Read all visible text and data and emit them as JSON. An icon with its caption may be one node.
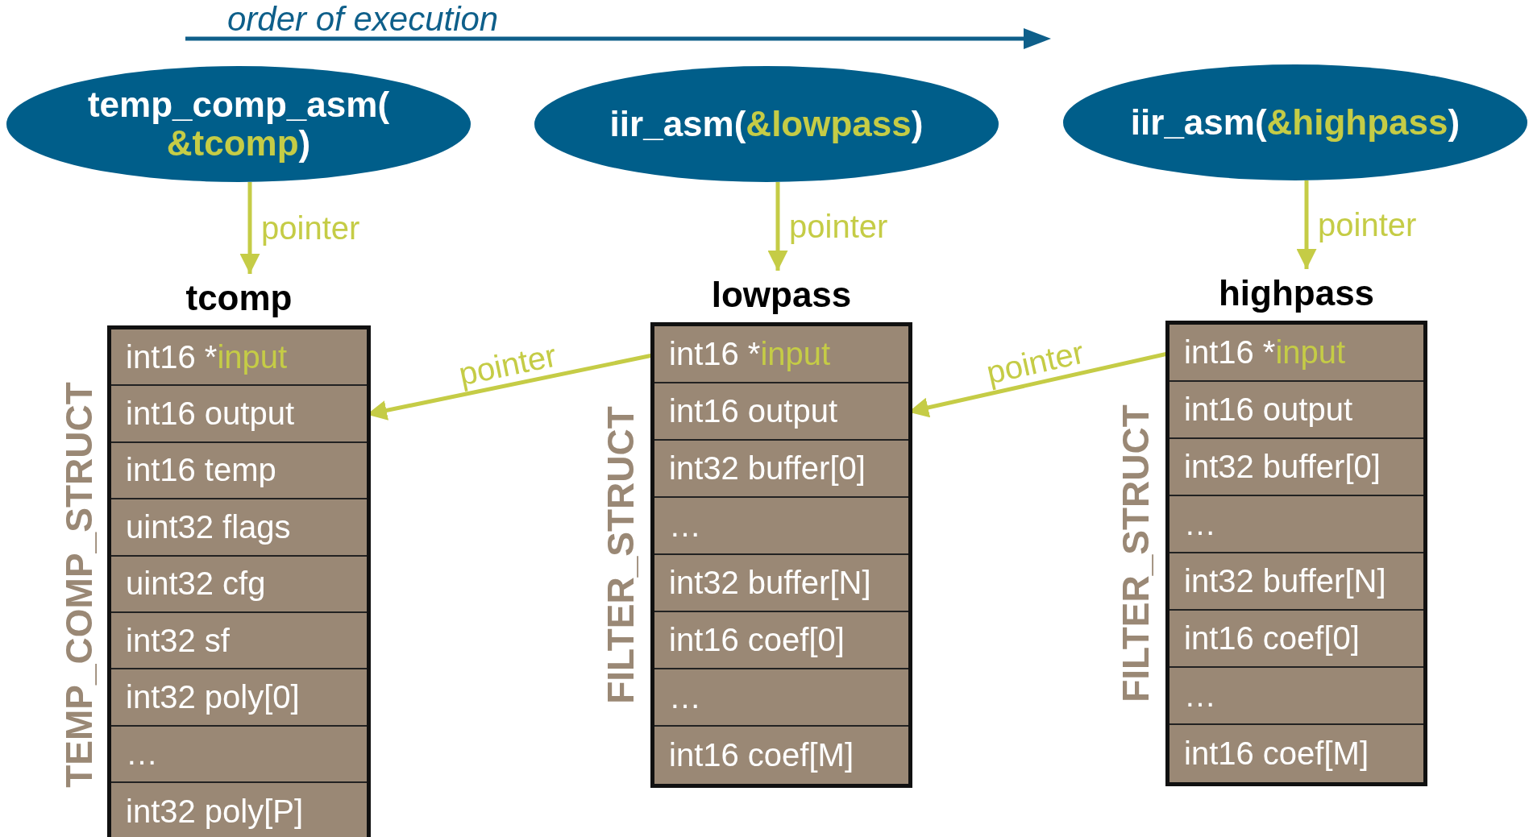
{
  "diagram": {
    "nodes": [
      {
        "text": [
          "temp_comp_asm( &tcomp)"
        ]
      },
      {
        "text": [
          "iir_asm(&lowpass)"
        ]
      },
      {
        "text": [
          "iir_asm(&highpass)"
        ]
      },
      {
        "text": [
          "tcomp"
        ],
        "beside": [
          "TEMP_COMP_STRUCT"
        ]
      },
      {
        "text": [
          "int16 *input"
        ],
        "in": 3
      },
      {
        "text": [
          "int16 output"
        ],
        "in": 3
      },
      {
        "text": [
          "int16 temp"
        ],
        "in": 3
      },
      {
        "text": [
          "uint32 flags"
        ],
        "in": 3
      },
      {
        "text": [
          "uint32 cfg"
        ],
        "in": 3
      },
      {
        "text": [
          "int32 sf"
        ],
        "in": 3
      },
      {
        "text": [
          "int32 poly[0]"
        ],
        "in": 3
      },
      {
        "text": [
          "…"
        ],
        "in": 3
      },
      {
        "text": [
          "int32 poly[P]"
        ],
        "in": 3
      },
      {
        "text": [
          "lowpass"
        ],
        "beside": [
          "FILTER_STRUCT"
        ]
      },
      {
        "text": [
          "int16 *input"
        ],
        "in": 13
      },
      {
        "text": [
          "int16 output"
        ],
        "in": 13
      },
      {
        "text": [
          "int32 buffer[0]"
        ],
        "in": 13
      },
      {
        "text": [
          "…"
        ],
        "in": 13
      },
      {
        "text": [
          "int32 buffer[N]"
        ],
        "in": 13
      },
      {
        "text": [
          "int16 coef[0]"
        ],
        "in": 13
      },
      {
        "text": [
          "…"
        ],
        "in": 13
      },
      {
        "text": [
          "int16 coef[M]"
        ],
        "in": 13
      },
      {
        "text": [
          "highpass"
        ],
        "beside": [
          "FILTER_STRUCT"
        ]
      },
      {
        "text": [
          "int16 *input"
        ],
        "in": 22
      },
      {
        "text": [
          "int16 output"
        ],
        "in": 22
      },
      {
        "text": [
          "int32 buffer[0]"
        ],
        "in": 22
      },
      {
        "text": [
          "…"
        ],
        "in": 22
      },
      {
        "text": [
          "int32 buffer[N]"
        ],
        "in": 22
      },
      {
        "text": [
          "int16 coef[0]"
        ],
        "in": 22
      },
      {
        "text": [
          "…"
        ],
        "in": 22
      },
      {
        "text": [
          "int16 coef[M]"
        ],
        "in": 22
      }
    ],
    "edges": [
      {
        "from": 0,
        "to": 3,
        "arrow": "to",
        "label": "pointer"
      },
      {
        "from": 1,
        "to": 13,
        "arrow": "to",
        "label": "pointer"
      },
      {
        "from": 2,
        "to": 22,
        "arrow": "to",
        "label": "pointer"
      },
      {
        "from": 14,
        "to": 5,
        "arrow": "to",
        "label": "pointer"
      },
      {
        "from": 23,
        "to": 15,
        "arrow": "to",
        "label": "pointer"
      }
    ],
    "labels": [
      "order of execution"
    ]
  }
}
